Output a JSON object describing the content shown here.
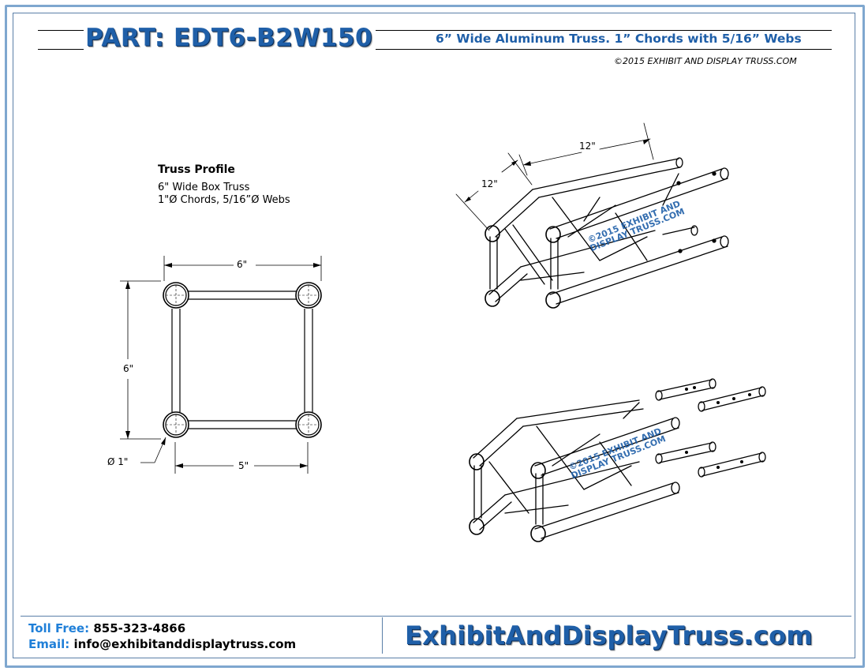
{
  "header": {
    "part_title": "PART: EDT6-B2W150",
    "subtitle": "6” Wide Aluminum Truss. 1” Chords with 5/16” Webs",
    "copyright": "©2015 EXHIBIT AND DISPLAY TRUSS.COM"
  },
  "profile": {
    "heading": "Truss Profile",
    "line1": "6\" Wide Box Truss",
    "line2": "1\"Ø Chords, 5/16”Ø Webs",
    "dims": {
      "width": "6\"",
      "height": "6\"",
      "inner": "5\"",
      "diameter": "Ø 1\""
    }
  },
  "iso": {
    "dim_length": "12\"",
    "dim_depth": "12\"",
    "watermark_line1": "©2015 EXHIBIT AND",
    "watermark_line2": "DISPLAY TRUSS.COM"
  },
  "footer": {
    "toll_free_label": "Toll Free:",
    "toll_free_value": "855-323-4866",
    "email_label": "Email:",
    "email_value": "info@exhibitanddisplaytruss.com",
    "site": "ExhibitAndDisplayTruss.com"
  },
  "colors": {
    "brand_blue": "#1f5fa8",
    "label_blue": "#1f7fd8",
    "frame": "#7fa7cf"
  }
}
